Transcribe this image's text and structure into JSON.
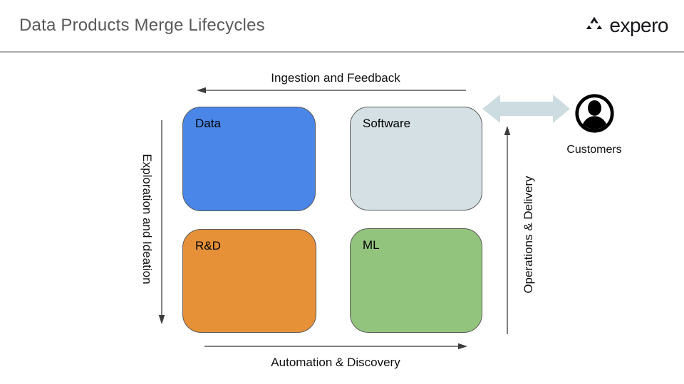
{
  "header": {
    "title": "Data Products Merge Lifecycles",
    "logo": {
      "text": "expero",
      "icon": "expero-triangle-icon",
      "color": "#17171c"
    }
  },
  "diagram": {
    "axes": {
      "top": "Ingestion and Feedback",
      "left": "Exploration and Ideation",
      "right": "Operations & Delivery",
      "bottom": "Automation & Discovery"
    },
    "quadrants": [
      {
        "label": "Data",
        "color": "#4a86e8"
      },
      {
        "label": "Software",
        "color": "#d4e0e3"
      },
      {
        "label": "R&D",
        "color": "#e69138"
      },
      {
        "label": "ML",
        "color": "#93c47d"
      }
    ],
    "customers": {
      "label": "Customers",
      "icon": "person-circle-icon"
    },
    "connector_color": "#ccdce1",
    "arrow_line_color": "#595959",
    "arrow_head_color": "#3d3d3d"
  }
}
